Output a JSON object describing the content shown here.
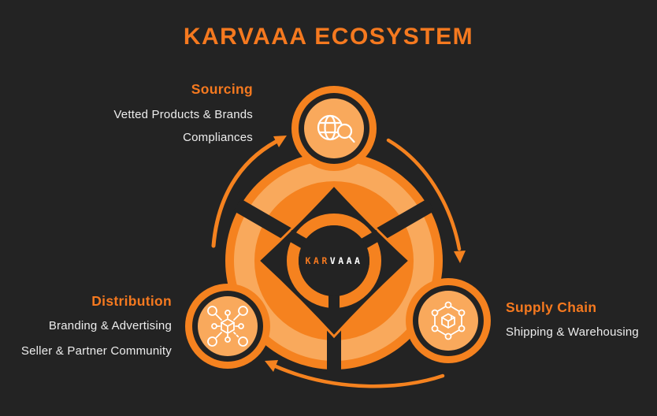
{
  "title": "KARVAAA ECOSYSTEM",
  "logo": {
    "part1": "KAR",
    "part2": "VAAA"
  },
  "nodes": {
    "sourcing": {
      "label": "Sourcing",
      "lines": [
        "Vetted Products & Brands",
        "Compliances"
      ],
      "icon": "globe-search-icon"
    },
    "supply_chain": {
      "label": "Supply Chain",
      "lines": [
        "Shipping & Warehousing"
      ],
      "icon": "package-hexagon-icon"
    },
    "distribution": {
      "label": "Distribution",
      "lines": [
        "Branding & Advertising",
        "Seller & Partner Community"
      ],
      "icon": "distribution-network-icon"
    }
  },
  "colors": {
    "background": "#232323",
    "orange": "#F5821F",
    "orange_text": "#F5791F",
    "light_orange": "#F9A95C",
    "text_light": "#EDEDED",
    "icon_stroke": "#FFFFFF"
  }
}
